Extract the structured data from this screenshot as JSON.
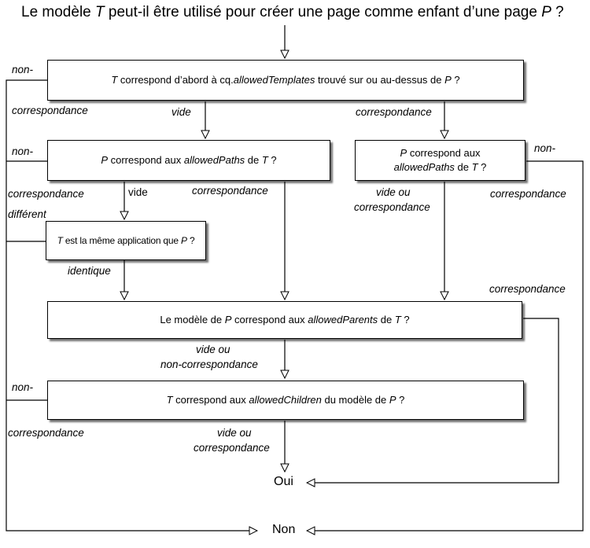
{
  "title": {
    "p1": "Le modèle ",
    "t": "T",
    "p2": " peut-il être utilisé pour créer une page comme enfant d’une page ",
    "p": "P",
    "p3": " ?"
  },
  "box1": {
    "a": "T",
    "b": " correspond d’abord à cq.",
    "c": "allowedTemplates",
    "d": " trouvé sur ou au-dessus de ",
    "e": "P",
    "f": " ?"
  },
  "box2": {
    "a": "P",
    "b": " correspond aux ",
    "c": "allowedPaths",
    "d": " de ",
    "e": "T",
    "f": " ?"
  },
  "box3": {
    "a": "P",
    "b": " correspond aux",
    "c": "allowedPaths",
    "d": " de ",
    "e": "T",
    "f": " ?"
  },
  "box4": {
    "a": "T",
    "b": " est la même application que ",
    "c": "P",
    "d": " ?"
  },
  "box5": {
    "a": "Le modèle de ",
    "b": "P",
    "c": " correspond aux ",
    "d": "allowedParents",
    "e": " de ",
    "f": "T",
    "g": " ?"
  },
  "box6": {
    "a": "T",
    "b": " correspond aux ",
    "c": "allowedChildren",
    "d": " du modèle de ",
    "e": "P",
    "f": " ?"
  },
  "labels": {
    "non1": "non-",
    "corr1": "correspondance",
    "vide1": "vide",
    "corr_top_right": "correspondance",
    "non2": "non-",
    "non3": "non-",
    "corr2": "correspondance",
    "vide2": "vide",
    "corr_mid": "correspondance",
    "vide_ou_1": "vide ou",
    "corr3": "correspondance",
    "corr_right": "correspondance",
    "different": "différent",
    "identique": "identique",
    "corr_right2": "correspondance",
    "vide_ou_2": "vide ou",
    "non_corr": "non-correspondance",
    "non4": "non-",
    "corr4": "correspondance",
    "vide_ou_3": "vide ou",
    "corr5": "correspondance"
  },
  "outcomes": {
    "oui": "Oui",
    "non": "Non"
  }
}
